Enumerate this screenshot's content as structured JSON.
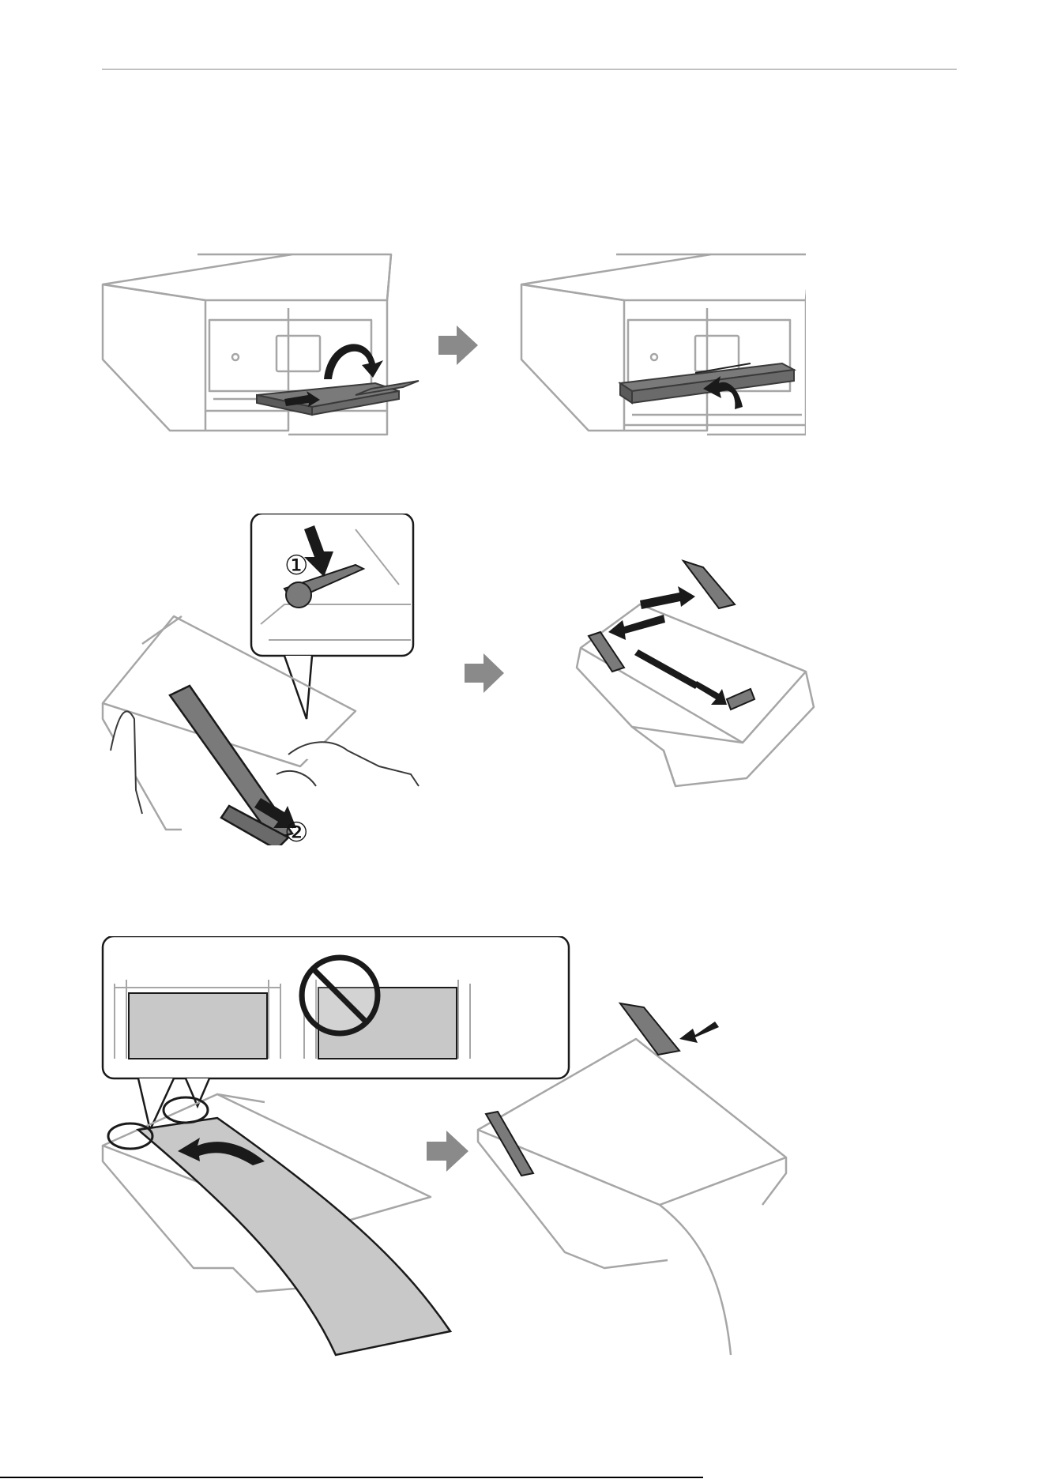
{
  "document": {
    "page": "instruction-illustrations",
    "callouts": {
      "step1": "①",
      "step2": "②"
    }
  },
  "colors": {
    "line": "#a6a6a6",
    "dark": "#3a3a3a",
    "part": "#7a7a7a",
    "paper": "#c8c8c8",
    "arrow": "#888888"
  },
  "figures": [
    {
      "name": "printer-output-tray-figure",
      "frames": 2
    },
    {
      "name": "paper-cassette-edge-guides-figure",
      "frames": 2
    },
    {
      "name": "load-paper-cassette-figure",
      "frames": 2
    }
  ]
}
